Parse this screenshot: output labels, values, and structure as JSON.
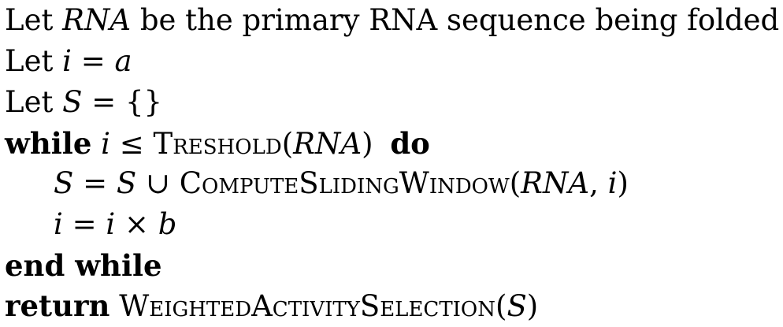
{
  "algorithm": {
    "line1": {
      "let": "Let",
      "rna": "RNA",
      "text": "be the primary RNA sequence being folded"
    },
    "line2": {
      "let": "Let",
      "expr": "i = a"
    },
    "line3": {
      "let": "Let",
      "s_var": "S",
      "rest": "= {}"
    },
    "line4": {
      "while_kw": "while",
      "cond": "i ≤",
      "func": "Treshold",
      "arg_open": "(",
      "arg": "RNA",
      "arg_close": ")",
      "do_kw": "do"
    },
    "line5": {
      "lhs": "S = S ∪",
      "func": "ComputeSlidingWindow",
      "arg_open": "(",
      "arg1": "RNA",
      "sep": ", ",
      "arg2": "i",
      "arg_close": ")"
    },
    "line6": {
      "expr": "i = i × b"
    },
    "line7": {
      "end_kw": "end while"
    },
    "line8": {
      "return_kw": "return",
      "func": "WeightedActivitySelection",
      "arg_open": "(",
      "arg": "S",
      "arg_close": ")"
    }
  }
}
